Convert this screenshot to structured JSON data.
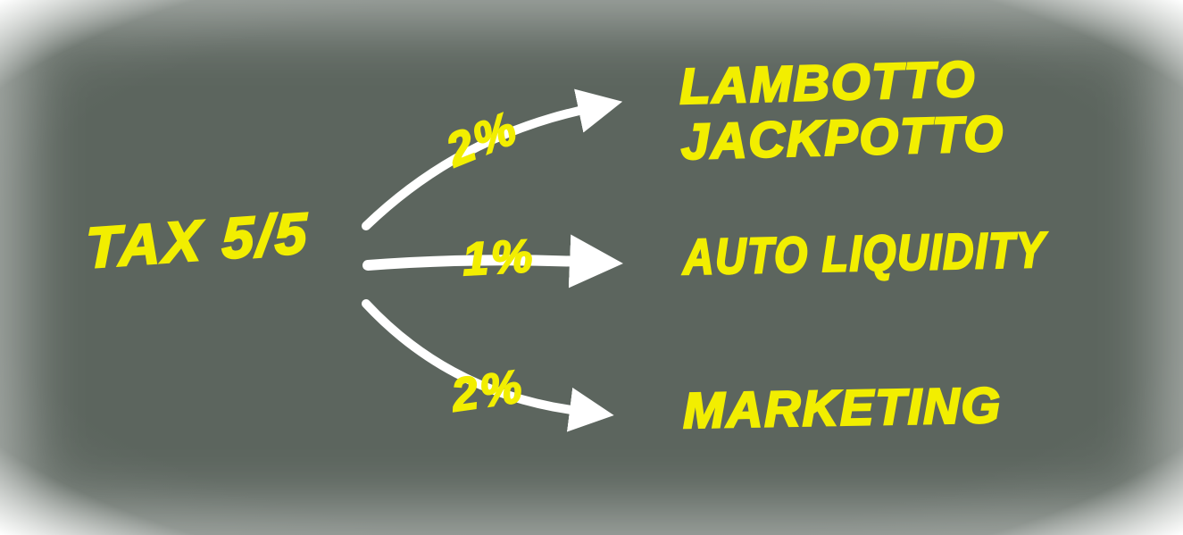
{
  "diagram": {
    "source_label": "TAX 5/5",
    "branches": [
      {
        "percent": "2%",
        "target_line1": "LAMBOTTO",
        "target_line2": "JACKPOTTO"
      },
      {
        "percent": "1%",
        "target_line1": "AUTO LIQUIDITY"
      },
      {
        "percent": "2%",
        "target_line1": "MARKETING"
      }
    ],
    "colors": {
      "text_yellow": "#f2ee00",
      "arrow_white": "#ffffff",
      "background": "#5c655e"
    }
  }
}
